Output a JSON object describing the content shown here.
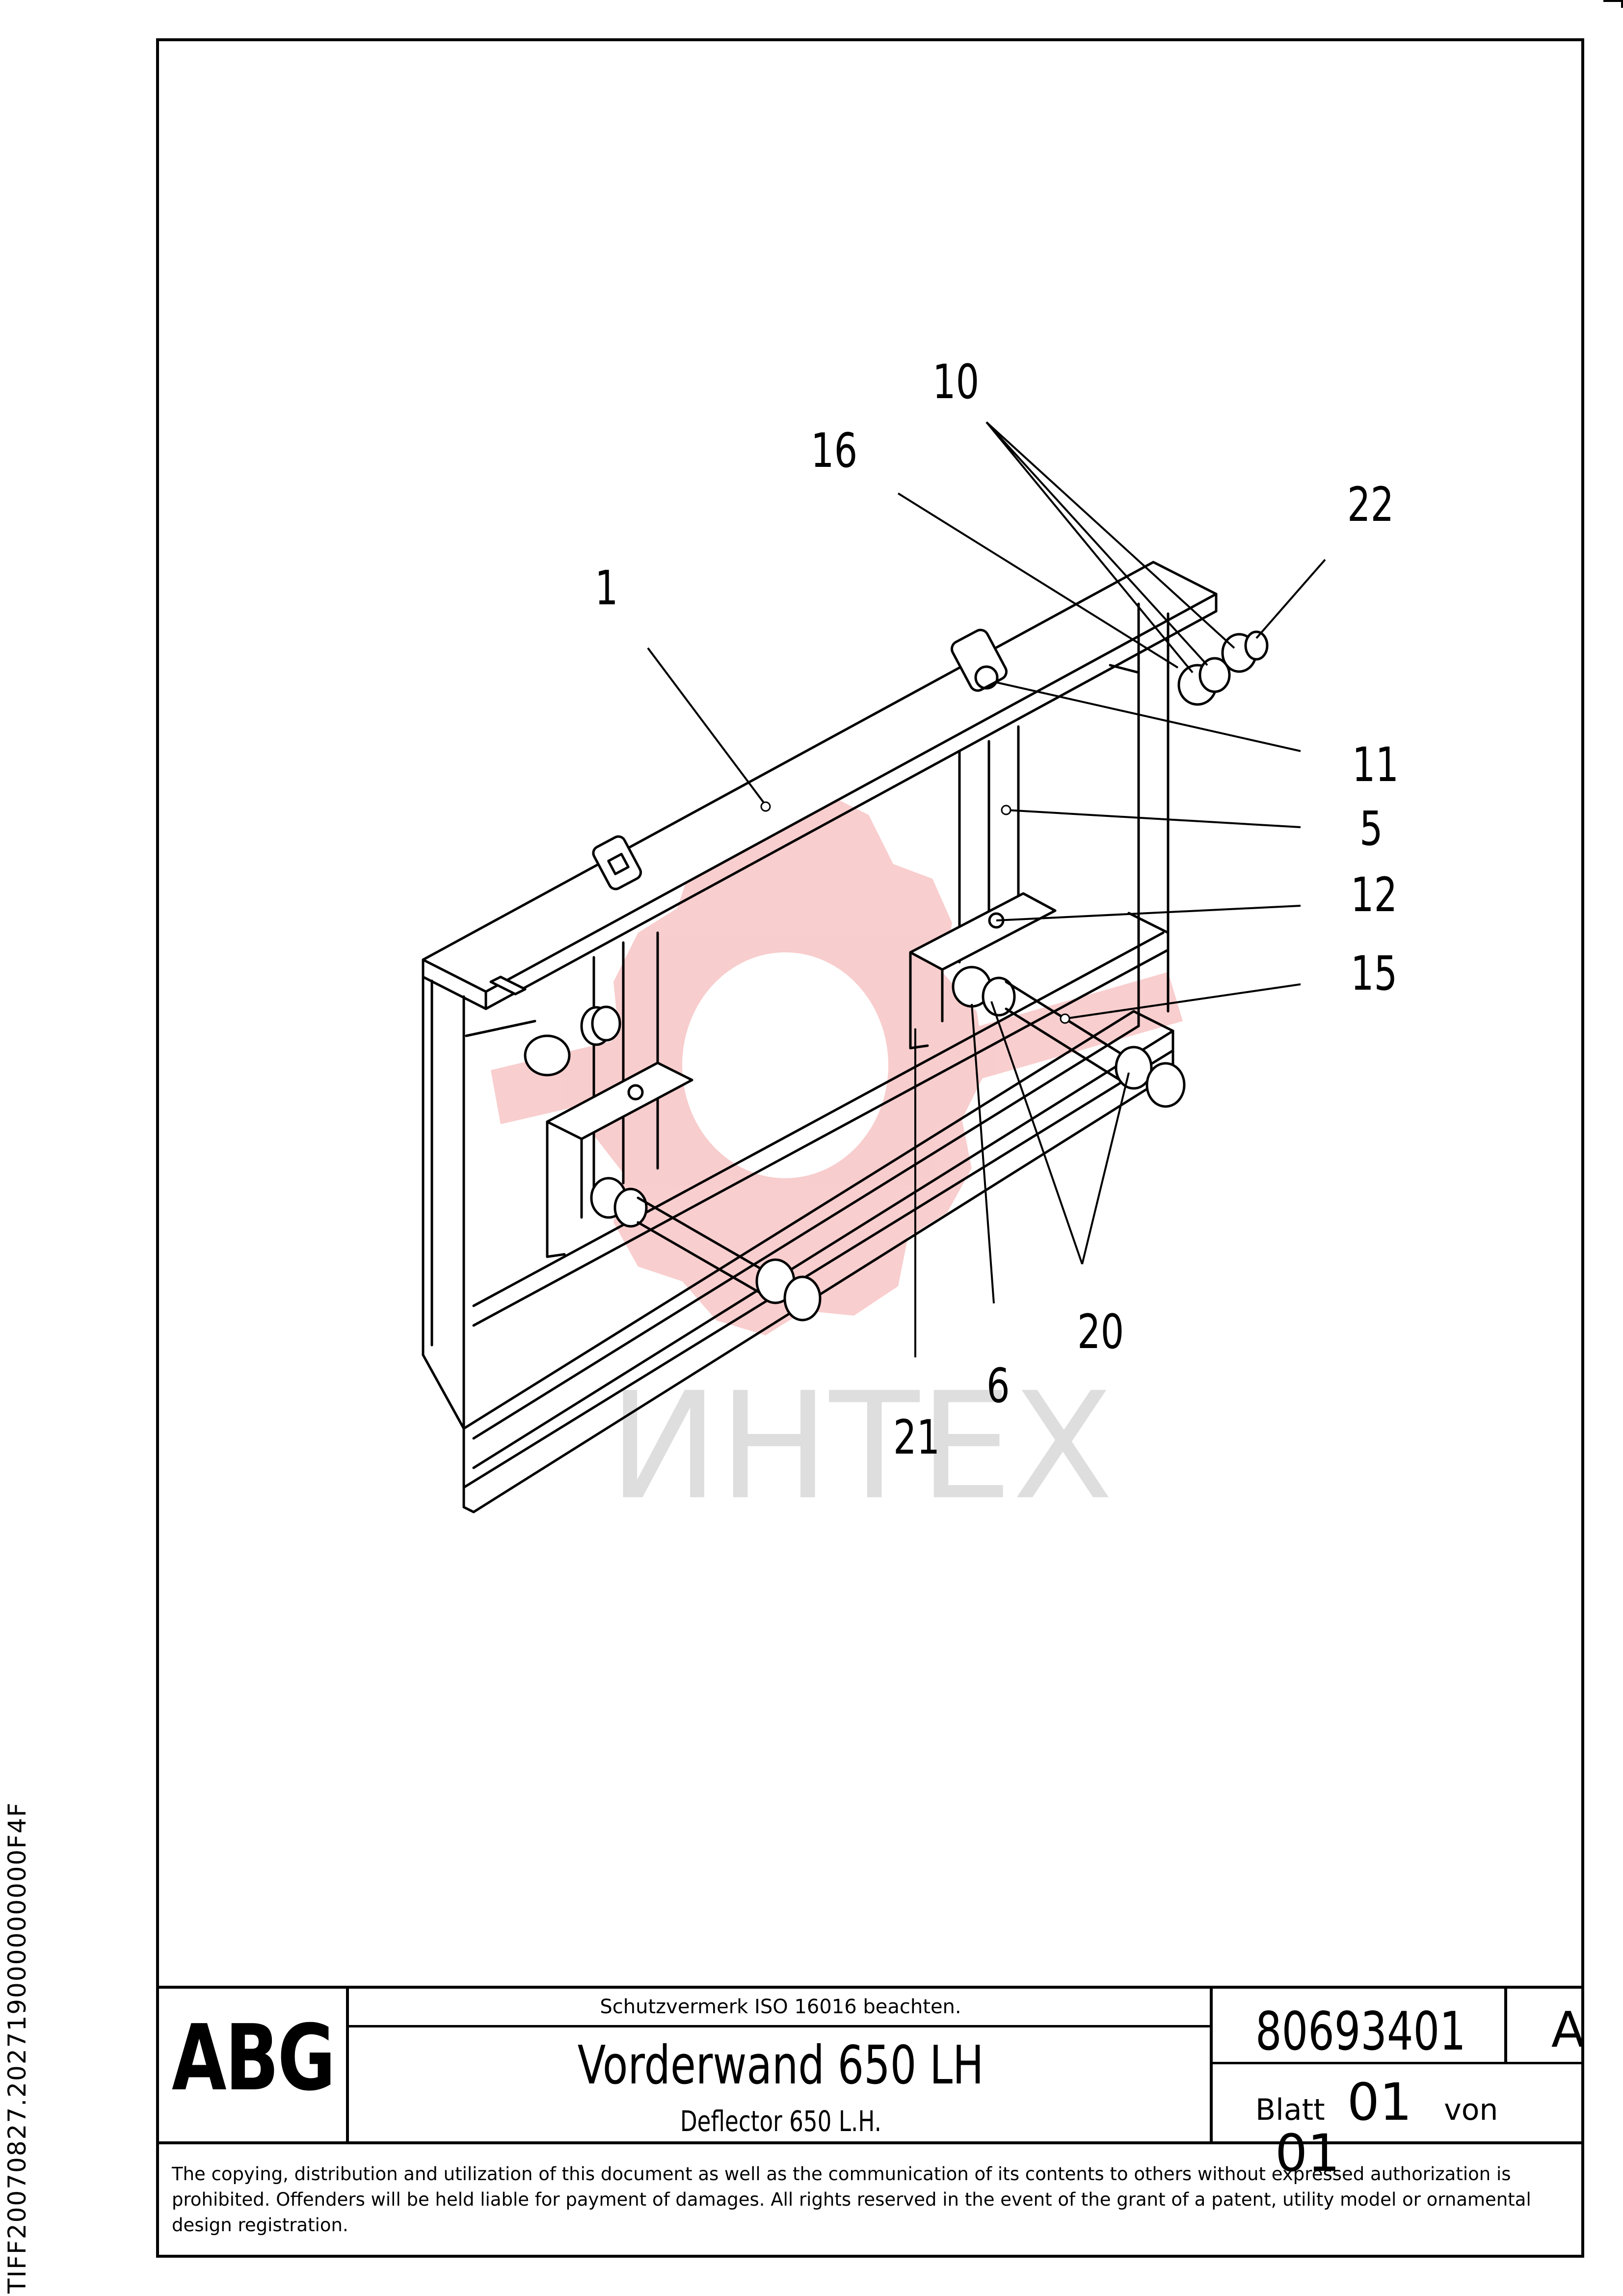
{
  "callouts": {
    "c10": "10",
    "c16": "16",
    "c22": "22",
    "c1": "1",
    "c11": "11",
    "c5": "5",
    "c12": "12",
    "c15": "15",
    "c20": "20",
    "c6": "6",
    "c21": "21"
  },
  "watermark": "ИНТЕХ",
  "title_block": {
    "logo": "ABG",
    "protection_note": "Schutzvermerk ISO 16016 beachten.",
    "title_de": "Vorderwand 650 LH",
    "title_en": "Deflector 650 L.H.",
    "document_number": "80693401",
    "revision": "A",
    "sheet_label": "Blatt",
    "sheet_number": "01",
    "of_label": "von",
    "sheet_total": "01",
    "copyright": "The copying, distribution and utilization of this document as well as the communication of its contents to others without expressed authorization is prohibited. Offenders will be held liable for payment of damages. All rights reserved in the event of the grant of a patent, utility model or ornamental design registration."
  },
  "side_text": "TIFF20070827.202719000000000F4F",
  "colors": {
    "watermark_red": "#f4a5a5",
    "watermark_grey": "#d6d6d6"
  }
}
